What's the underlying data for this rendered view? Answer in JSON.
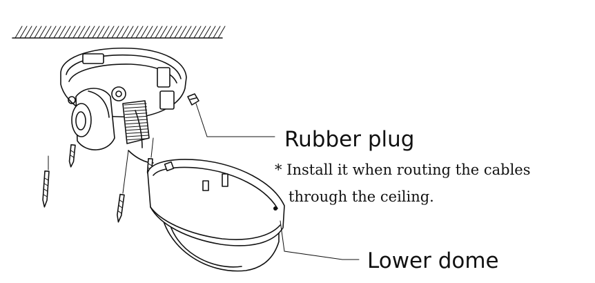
{
  "callouts": {
    "rubber_plug": "Rubber plug",
    "lower_dome": "Lower dome"
  },
  "note": {
    "line1": "* Install it when  routing the cables",
    "line2": "through the ceiling."
  }
}
